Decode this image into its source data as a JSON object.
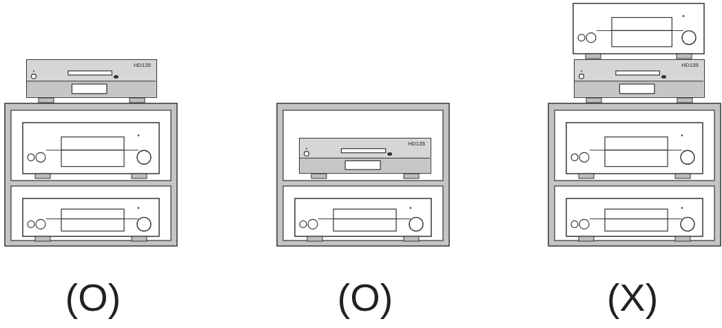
{
  "diagram": {
    "nodes": [
      {
        "text": [
          "HD135"
        ]
      },
      {
        "text": [
          "HD135"
        ]
      },
      {
        "text": [
          "HD135"
        ]
      }
    ],
    "labels": [
      "(O)",
      "(O)",
      "(X)"
    ]
  }
}
